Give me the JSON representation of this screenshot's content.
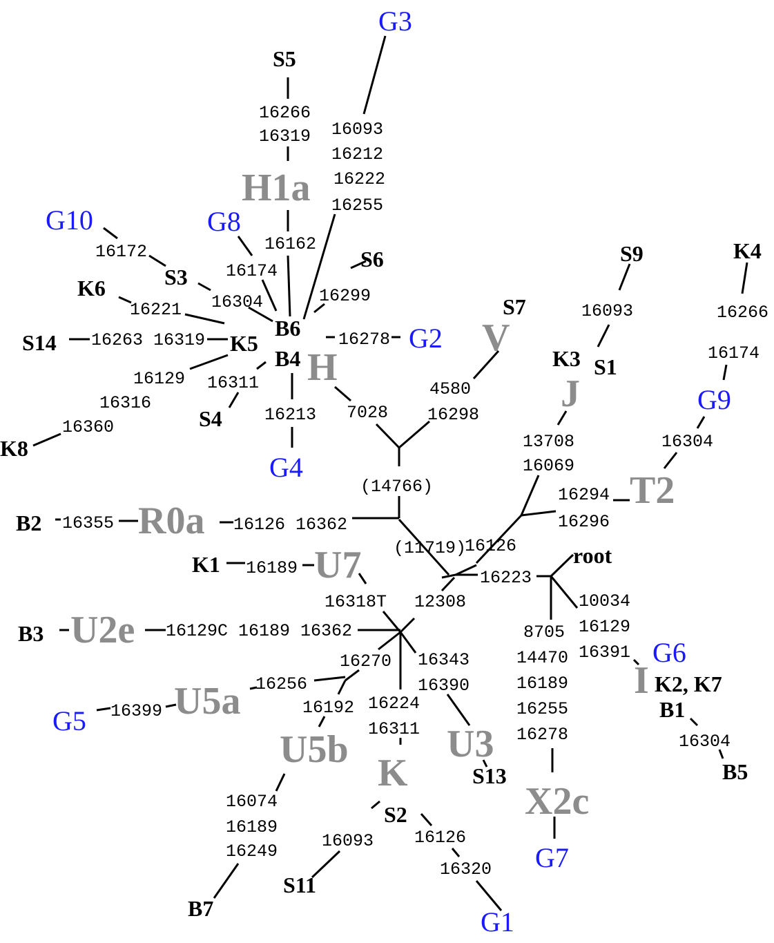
{
  "colors": {
    "sample": "#000000",
    "group": "#1a1aff",
    "haplogroup": "#8c8c8c",
    "mutation": "#000000",
    "edge": "#000000"
  },
  "haplogroups": {
    "H1a": "H1a",
    "H": "H",
    "V": "V",
    "J": "J",
    "T2": "T2",
    "R0a": "R0a",
    "U7": "U7",
    "U2e": "U2e",
    "U5a": "U5a",
    "U5b": "U5b",
    "K": "K",
    "U3": "U3",
    "X2c": "X2c",
    "I": "I"
  },
  "groups": {
    "G1": "G1",
    "G2": "G2",
    "G3": "G3",
    "G4": "G4",
    "G5": "G5",
    "G6": "G6",
    "G7": "G7",
    "G8": "G8",
    "G9": "G9",
    "G10": "G10"
  },
  "samples": {
    "S1": "S1",
    "S2": "S2",
    "S3": "S3",
    "S4": "S4",
    "S5": "S5",
    "S6": "S6",
    "S7": "S7",
    "S9": "S9",
    "S11": "S11",
    "S13": "S13",
    "S14": "S14",
    "K1": "K1",
    "K2K7": "K2, K7",
    "K3": "K3",
    "K4": "K4",
    "K5": "K5",
    "K6": "K6",
    "K8": "K8",
    "B1": "B1",
    "B2": "B2",
    "B3": "B3",
    "B4": "B4",
    "B5": "B5",
    "B6": "B6",
    "B7": "B7",
    "root": "root"
  },
  "mutations": {
    "s5_1": "16266",
    "s5_2": "16319",
    "g3_1": "16093",
    "g3_2": "16212",
    "g3_3": "16222",
    "g3_4": "16255",
    "h1a": "16162",
    "g10": "16172",
    "g8": "16174",
    "s3": "16304",
    "k6": "16221",
    "s6": "16299",
    "s14": "16263 16319",
    "g2": "16278",
    "k8_1": "16129",
    "k8_2": "16316",
    "k8_3": "16360",
    "s4": "16311",
    "g4": "16213",
    "v_1": "4580",
    "v_2": "16298",
    "h_path": "7028",
    "n14766": "(14766)",
    "n11719": "(11719)",
    "s9": "16093",
    "k4_1": "16266",
    "k4_2": "16174",
    "g9": "16304",
    "j_1": "13708",
    "j_2": "16069",
    "t2_1": "16294",
    "t2_2": "16296",
    "r0a_b2": "16355",
    "r0a": "16126 16362",
    "jt": "16126",
    "root": "16223",
    "u7_k1": "16189",
    "u7": "16318T",
    "u": "12308",
    "u2e": "16129C 16189 16362",
    "u5": "16270",
    "u5a": "16256",
    "u5a_g5": "16399",
    "u5b": "16192",
    "k_1": "16224",
    "k_2": "16311",
    "u3_1": "16343",
    "u3_2": "16390",
    "x_1": "8705",
    "x_2": "14470",
    "x_3": "16189",
    "x_4": "16255",
    "x_5": "16278",
    "i_1": "10034",
    "i_2": "16129",
    "i_3": "16391",
    "b5": "16304",
    "b7_1": "16074",
    "b7_2": "16189",
    "b7_3": "16249",
    "s11": "16093",
    "g1_1": "16126",
    "g1_2": "16320"
  }
}
